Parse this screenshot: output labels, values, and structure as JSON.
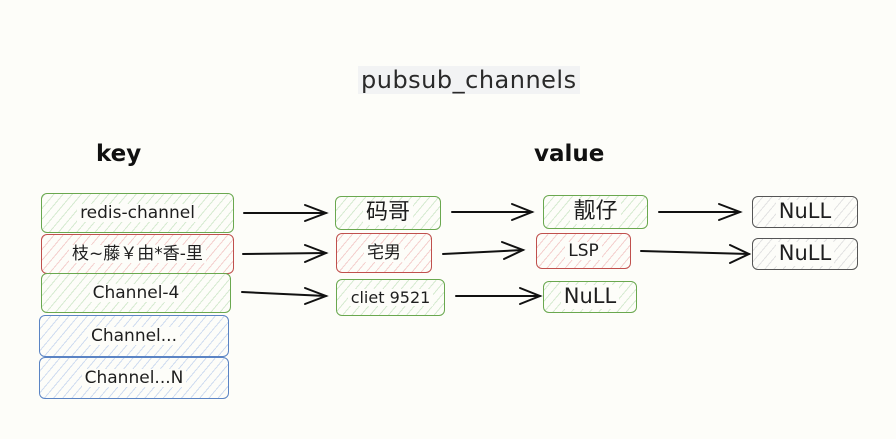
{
  "title": "pubsub_channels",
  "headers": {
    "key": "key",
    "value": "value"
  },
  "keys": [
    {
      "label": "redis-channel",
      "color": "green"
    },
    {
      "label": "枝~藤￥由*香-里",
      "color": "red"
    },
    {
      "label": "Channel-4",
      "color": "green"
    },
    {
      "label": "Channel...",
      "color": "blue"
    },
    {
      "label": "Channel...N",
      "color": "blue"
    }
  ],
  "chains": [
    {
      "key": "redis-channel",
      "nodes": [
        "码哥",
        "靓仔",
        "NuLL"
      ]
    },
    {
      "key": "枝~藤￥由*香-里",
      "nodes": [
        "宅男",
        "LSP",
        "NuLL"
      ]
    },
    {
      "key": "Channel-4",
      "nodes": [
        "cliet 9521",
        "NuLL"
      ]
    }
  ],
  "colors": {
    "green": "#6aa84f",
    "red": "#c0504d",
    "blue": "#5b84c4",
    "gray": "#555555"
  }
}
